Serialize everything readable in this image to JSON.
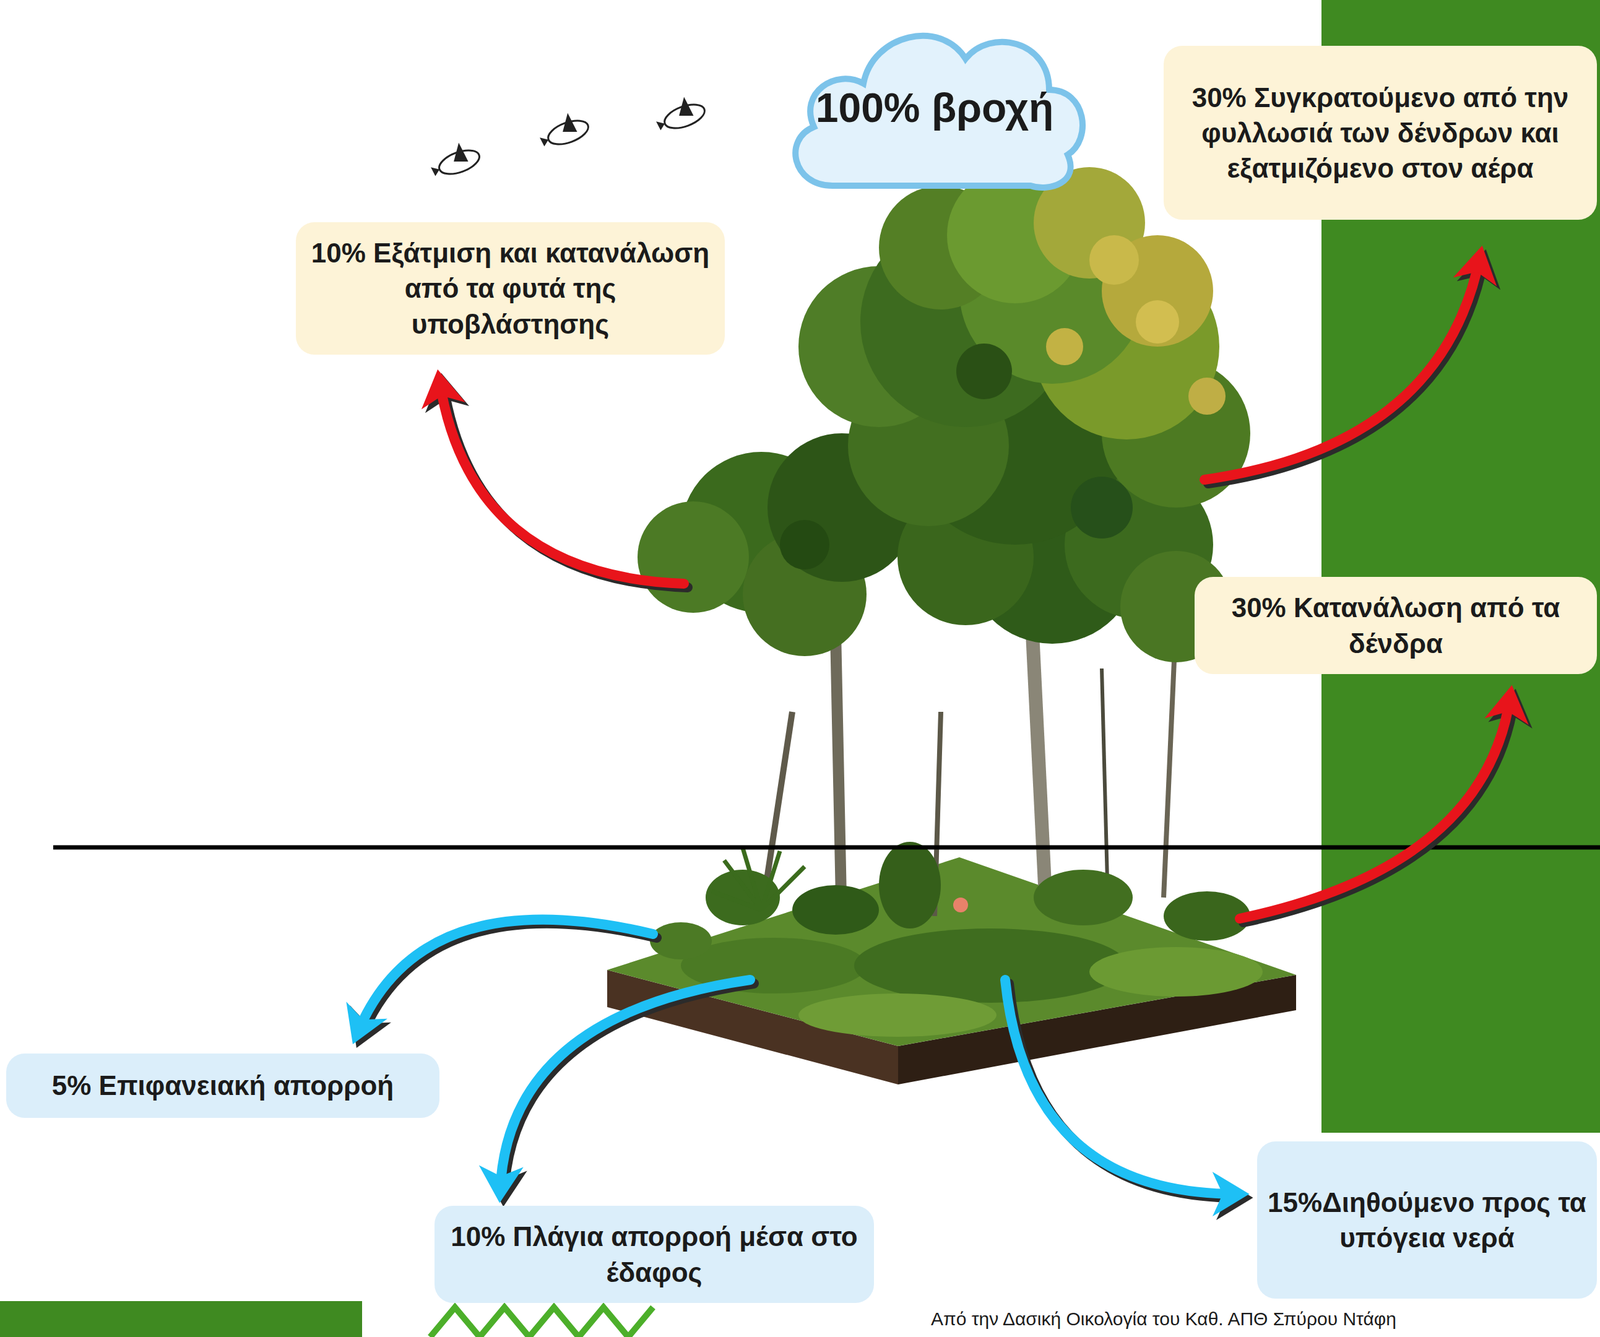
{
  "diagram": {
    "caption": "Από την Δασική Οικολογία του Καθ. ΑΠΘ Σπύρου Ντάφη",
    "nodes": [
      {
        "text": [
          "100% βροχή"
        ]
      },
      {
        "text": [
          "30% Συγκρατούμενο από την φυλλωσιά των δένδρων και εξατμιζόμενο στον αέρα"
        ]
      },
      {
        "text": [
          "10% Εξάτμιση και κατανάλωση από τα φυτά της υποβλάστησης"
        ]
      },
      {
        "text": [
          "30% Κατανάλωση από τα δένδρα"
        ]
      },
      {
        "text": [
          "5% Επιφανειακή απορροή"
        ]
      },
      {
        "text": [
          "15%Διηθούμενο προς τα υπόγεια νερά"
        ]
      },
      {
        "text": [
          "10% Πλάγια απορροή μέσα στο έδαφος"
        ]
      }
    ]
  }
}
